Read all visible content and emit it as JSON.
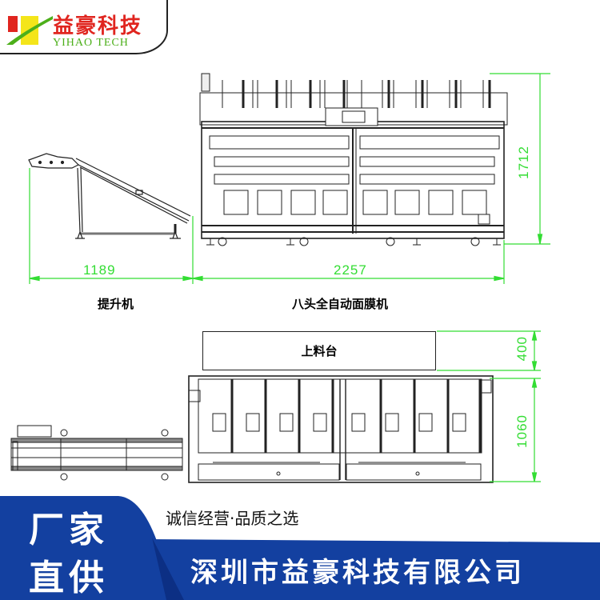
{
  "brand": {
    "name_cn": "益豪科技",
    "name_en": "YIHAO TECH",
    "colors": {
      "red": "#e0251f",
      "yellow": "#f4e51a",
      "green": "#4caf1a"
    }
  },
  "side_view": {
    "dimensions": {
      "lifter_length": "1189",
      "machine_length": "2257",
      "machine_height": "1712"
    },
    "labels": {
      "lifter": "提升机",
      "machine": "八头全自动面膜机"
    }
  },
  "top_view": {
    "loading_table_label": "上料台",
    "dimensions": {
      "loading_table_depth": "400",
      "machine_depth": "1060"
    },
    "heads_count": 8
  },
  "footer": {
    "badge_line1": "厂家",
    "badge_line2": "直供",
    "slogan": "诚信经营·品质之选",
    "company": "深圳市益豪科技有限公司",
    "colors": {
      "blue": "#1340a0",
      "dark_blue": "#0c2f84"
    }
  },
  "dimension_color": "#33dd33"
}
